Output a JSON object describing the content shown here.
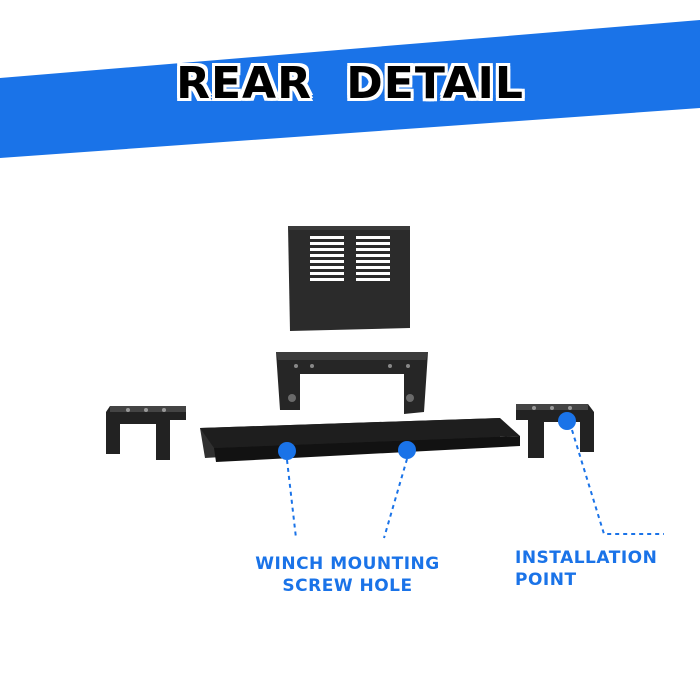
{
  "banner": {
    "title": "REAR  DETAIL"
  },
  "callouts": {
    "winch": {
      "line1": "WINCH MOUNTING",
      "line2": "SCREW HOLE"
    },
    "installation": {
      "line1": "INSTALLATION",
      "line2": "POINT"
    }
  },
  "colors": {
    "accent": "#1a73e8",
    "banner": "#1a73e8",
    "part": "#2b2b2b"
  }
}
